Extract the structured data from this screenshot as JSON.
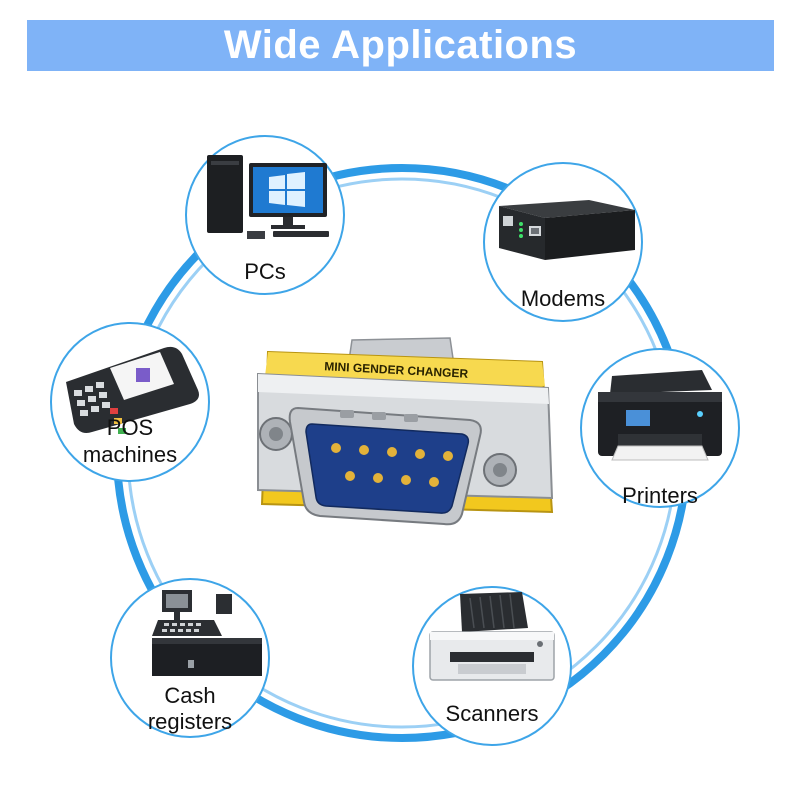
{
  "banner": {
    "title": "Wide Applications"
  },
  "center_device": {
    "label": "MINI GENDER CHANGER"
  },
  "applications": [
    {
      "id": "pcs",
      "line1": "PCs",
      "line2": "",
      "icon": "desktop-pc-icon"
    },
    {
      "id": "modems",
      "line1": "Modems",
      "line2": "",
      "icon": "modem-icon"
    },
    {
      "id": "pos",
      "line1": "POS",
      "line2": "machines",
      "icon": "pos-terminal-icon"
    },
    {
      "id": "printers",
      "line1": "Printers",
      "line2": "",
      "icon": "printer-icon"
    },
    {
      "id": "cash",
      "line1": "Cash",
      "line2": "registers",
      "icon": "cash-register-icon"
    },
    {
      "id": "scanners",
      "line1": "Scanners",
      "line2": "",
      "icon": "scanner-icon"
    }
  ],
  "colors": {
    "banner": "#7fb3f7",
    "ring": "#2d9be6",
    "bubble_border": "#3ea5e8",
    "connector_yellow": "#f2c81e",
    "connector_blue": "#1e3f8a"
  }
}
